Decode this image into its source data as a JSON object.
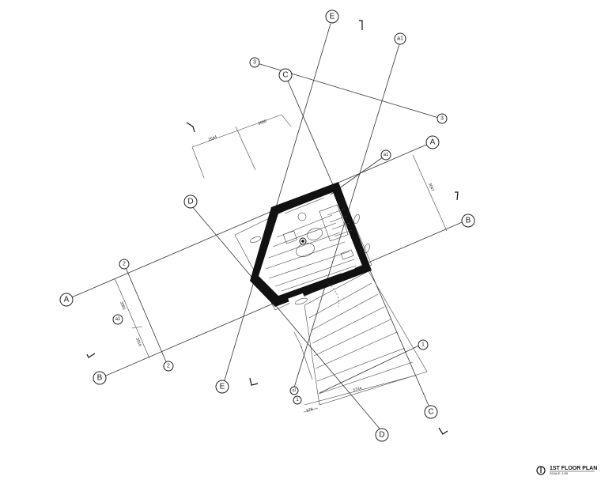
{
  "drawing": {
    "title": "1ST FLOOR PLAN",
    "scale": "SCALE: 1:50",
    "dimensions": {
      "d2644": "2644",
      "d3650": "3650",
      "d3047": "3047",
      "d3081": "3081",
      "d3916": "3916",
      "d5744": "5744",
      "d578": "578"
    },
    "grid_labels": {
      "A": "A",
      "B": "B",
      "C": "C",
      "D": "D",
      "E": "E",
      "n1": "1",
      "n2": "2",
      "n3": "3",
      "a1": "a1"
    }
  }
}
